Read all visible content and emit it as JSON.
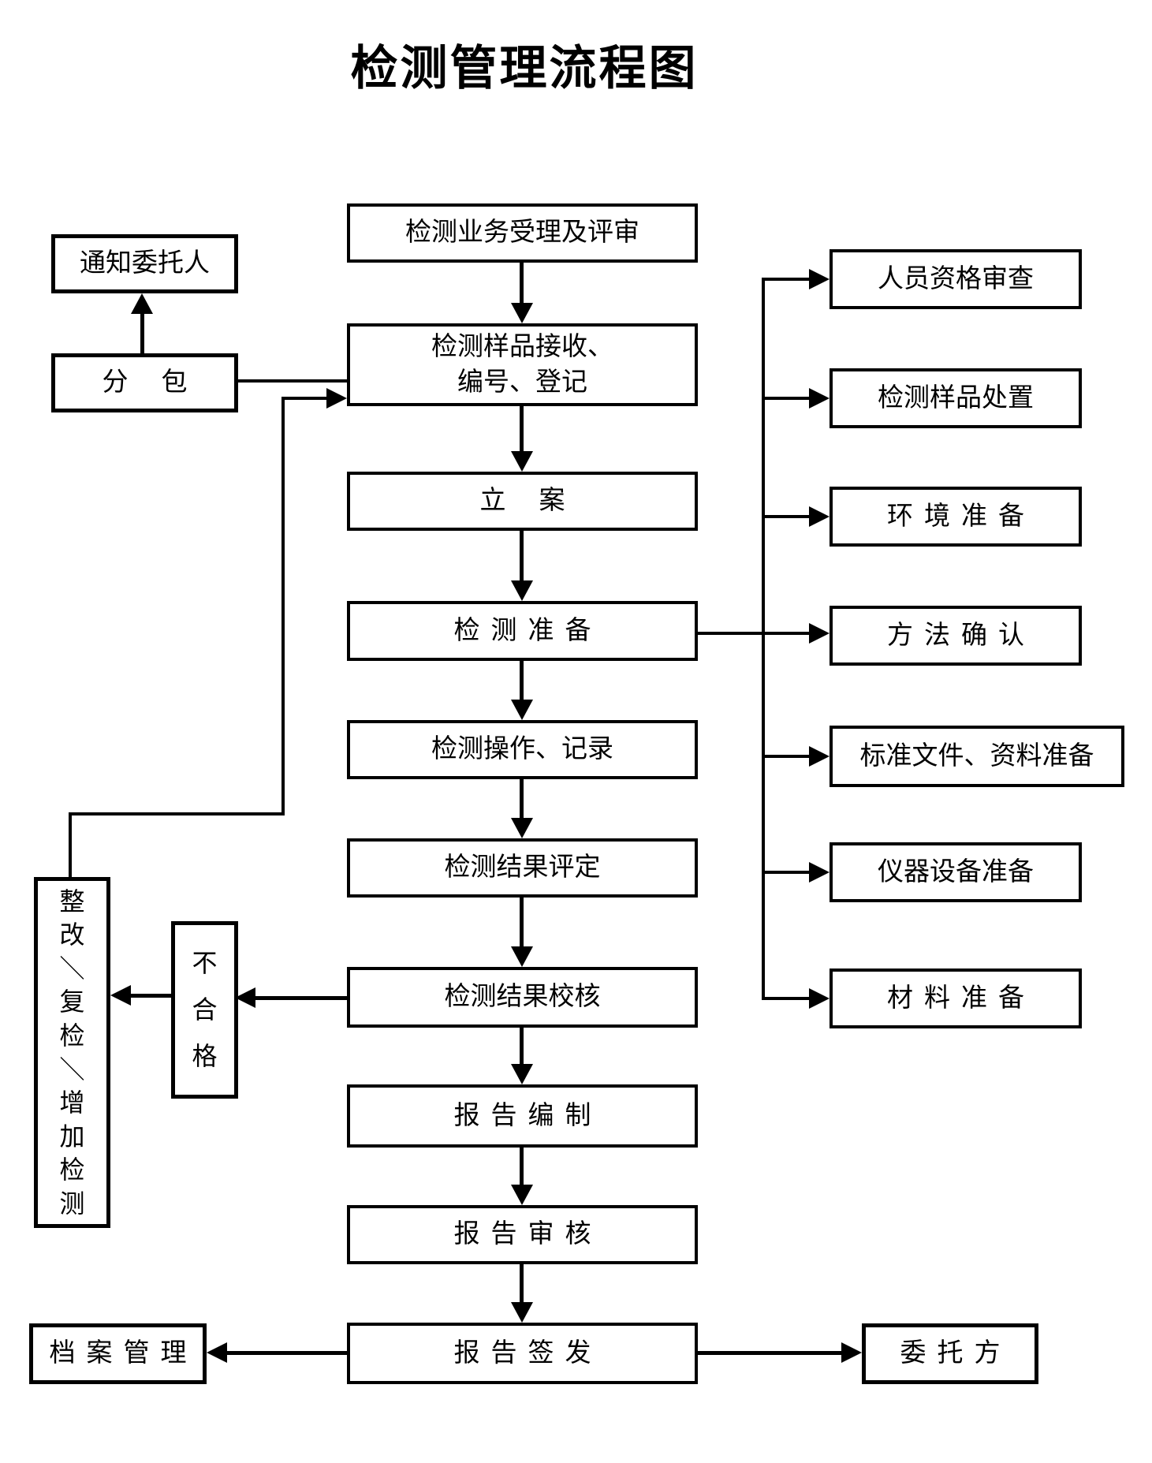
{
  "title": "检测管理流程图",
  "nodes": {
    "notify_client": "通知委托人",
    "subcontract": "分包",
    "accept_review": "检测业务受理及评审",
    "sample_line1": "检测样品接收、",
    "sample_line2": "编号、登记",
    "filing": "立案",
    "test_prepare": "检测准备",
    "test_operate": "检测操作、记录",
    "result_evaluate": "检测结果评定",
    "result_check": "检测结果校核",
    "report_compile": "报告编制",
    "report_review": "报告审核",
    "report_issue": "报告签发",
    "archive_mgmt": "档案管理",
    "client": "委托方",
    "nonconforming": "不合格",
    "rework_loop": "整改＼复检＼增加检测",
    "personnel_qualification": "人员资格审查",
    "sample_disposal": "检测样品处置",
    "environment_prep": "环境准备",
    "method_confirm": "方法确认",
    "standards_docs": "标准文件、资料准备",
    "instrument_prep": "仪器设备准备",
    "material_prep": "材料准备"
  },
  "colors": {
    "line": "#000000",
    "background": "#ffffff"
  }
}
